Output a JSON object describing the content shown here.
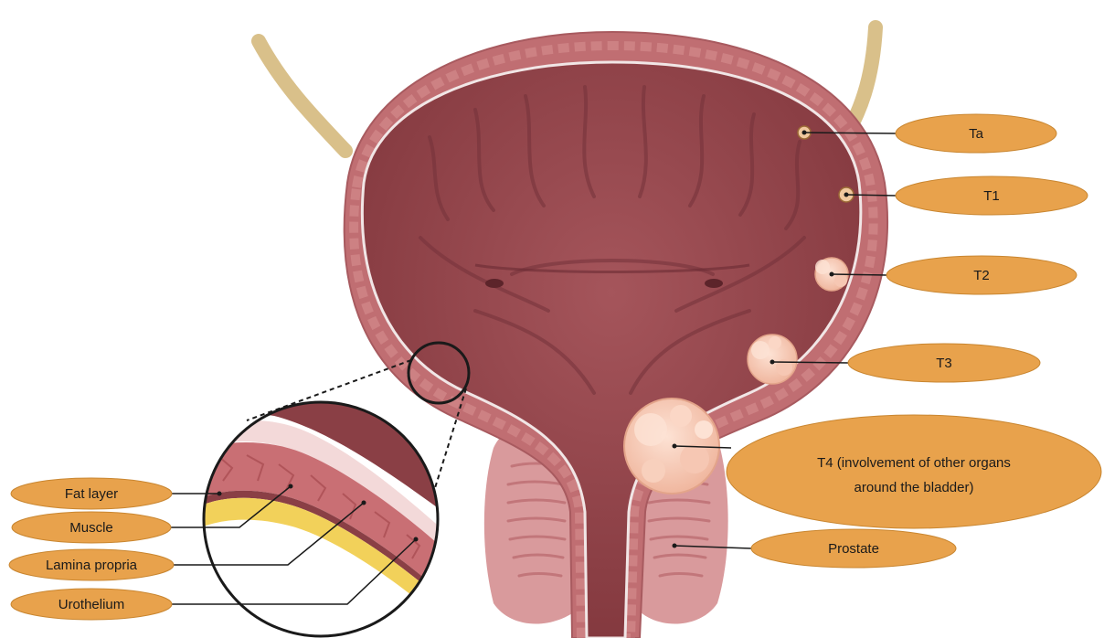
{
  "diagram": {
    "colors": {
      "label_fill": "#e8a24c",
      "label_stroke": "#c98630",
      "bladder_wall": "#c06e72",
      "bladder_lumen": "#8a3f45",
      "tumor": "#f6c7b3",
      "fat_layer": "#f2d15a",
      "ureter": "#d9c08a",
      "prostate": "#d99a9c"
    },
    "stage_labels": {
      "ta": "Ta",
      "t1": "T1",
      "t2": "T2",
      "t3": "T3",
      "t4_line1": "T4 (involvement of other organs",
      "t4_line2": "around the bladder)",
      "prostate": "Prostate"
    },
    "layer_labels": {
      "fat": "Fat layer",
      "muscle": "Muscle",
      "lamina": "Lamina propria",
      "urothelium": "Urothelium"
    }
  }
}
